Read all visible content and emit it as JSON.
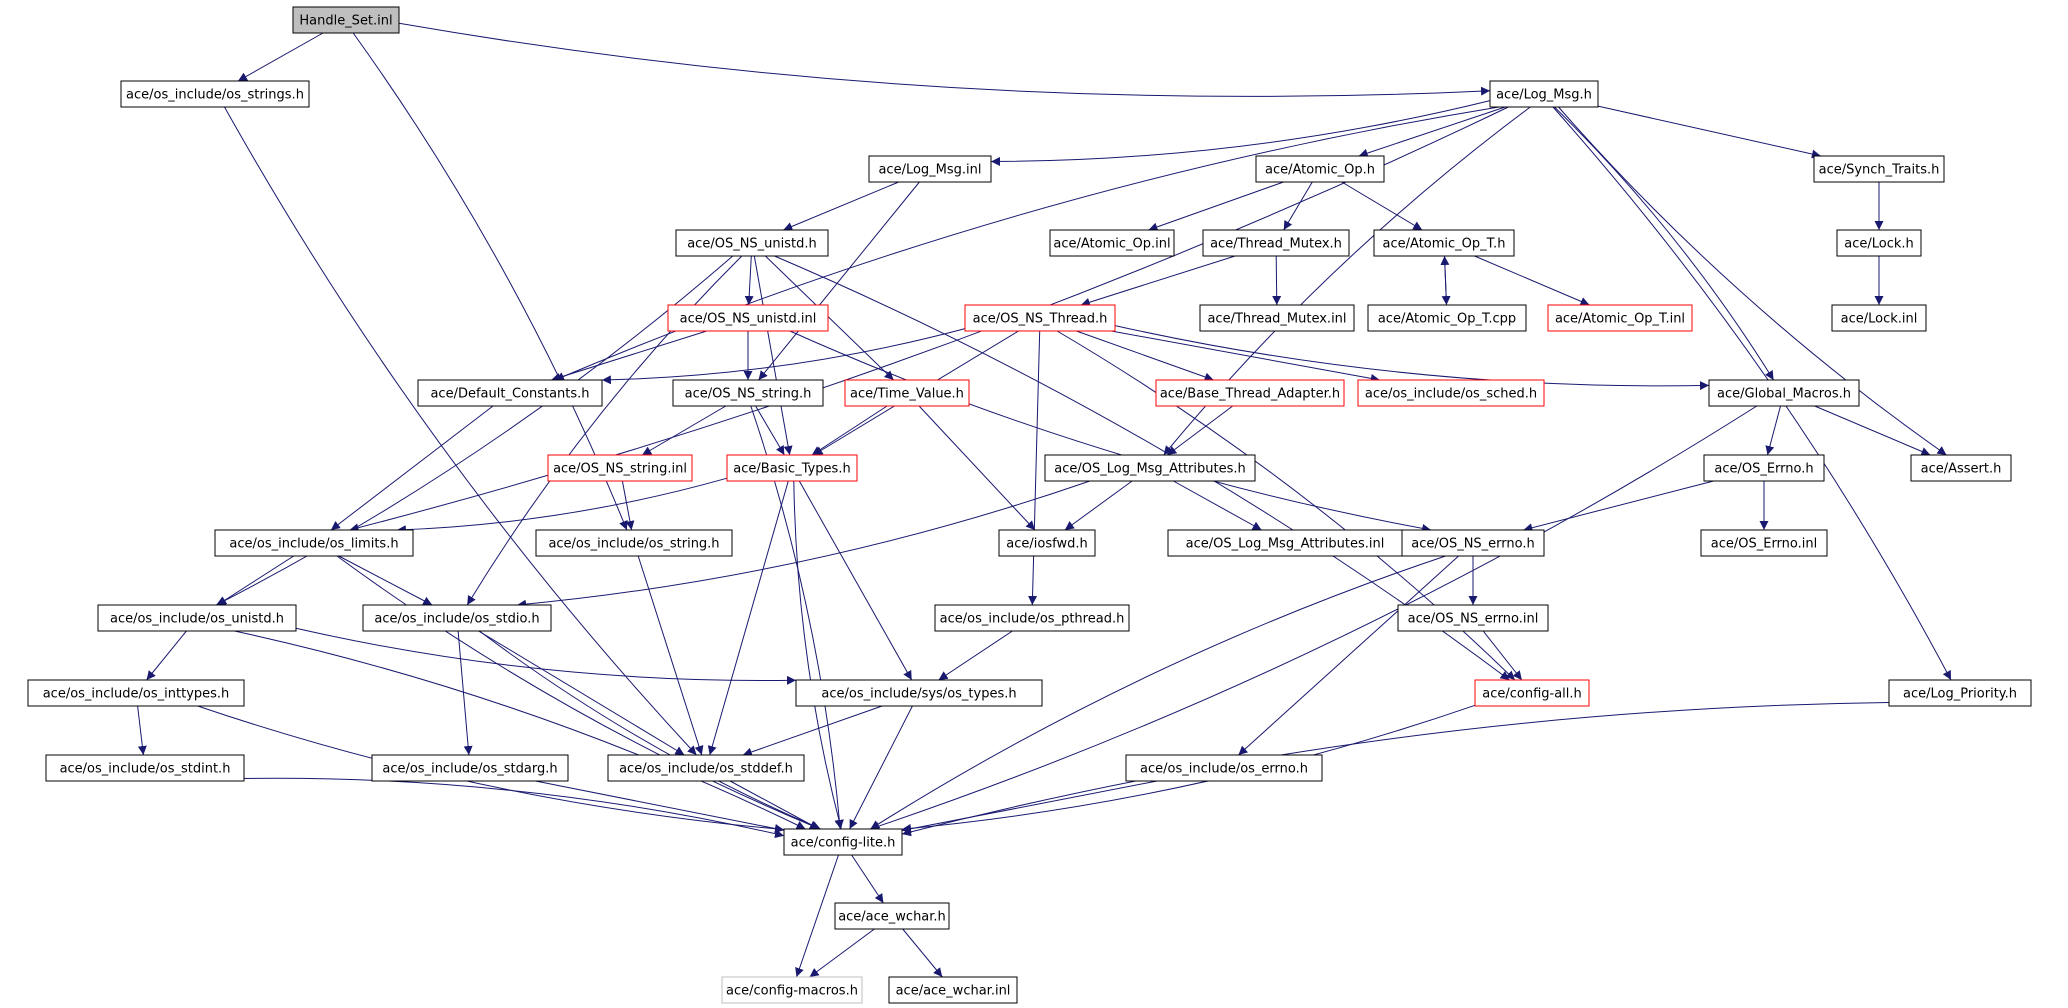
{
  "nodes": [
    {
      "id": "handle_set_inl",
      "label": "Handle_Set.inl",
      "style": "root"
    },
    {
      "id": "os_strings_h",
      "label": "ace/os_include/os_strings.h",
      "style": "normal"
    },
    {
      "id": "log_msg_h",
      "label": "ace/Log_Msg.h",
      "style": "normal"
    },
    {
      "id": "log_msg_inl",
      "label": "ace/Log_Msg.inl",
      "style": "normal"
    },
    {
      "id": "atomic_op_h",
      "label": "ace/Atomic_Op.h",
      "style": "normal"
    },
    {
      "id": "synch_traits_h",
      "label": "ace/Synch_Traits.h",
      "style": "normal"
    },
    {
      "id": "os_ns_unistd_h",
      "label": "ace/OS_NS_unistd.h",
      "style": "normal"
    },
    {
      "id": "atomic_op_inl",
      "label": "ace/Atomic_Op.inl",
      "style": "normal"
    },
    {
      "id": "thread_mutex_h",
      "label": "ace/Thread_Mutex.h",
      "style": "normal"
    },
    {
      "id": "atomic_op_t_h",
      "label": "ace/Atomic_Op_T.h",
      "style": "normal"
    },
    {
      "id": "lock_h",
      "label": "ace/Lock.h",
      "style": "normal"
    },
    {
      "id": "os_ns_unistd_inl",
      "label": "ace/OS_NS_unistd.inl",
      "style": "red"
    },
    {
      "id": "os_ns_thread_h",
      "label": "ace/OS_NS_Thread.h",
      "style": "red"
    },
    {
      "id": "thread_mutex_inl",
      "label": "ace/Thread_Mutex.inl",
      "style": "normal"
    },
    {
      "id": "atomic_op_t_cpp",
      "label": "ace/Atomic_Op_T.cpp",
      "style": "normal"
    },
    {
      "id": "atomic_op_t_inl",
      "label": "ace/Atomic_Op_T.inl",
      "style": "red"
    },
    {
      "id": "lock_inl",
      "label": "ace/Lock.inl",
      "style": "normal"
    },
    {
      "id": "default_constants_h",
      "label": "ace/Default_Constants.h",
      "style": "normal"
    },
    {
      "id": "os_ns_string_h",
      "label": "ace/OS_NS_string.h",
      "style": "normal"
    },
    {
      "id": "time_value_h",
      "label": "ace/Time_Value.h",
      "style": "red"
    },
    {
      "id": "base_thread_adapter_h",
      "label": "ace/Base_Thread_Adapter.h",
      "style": "red"
    },
    {
      "id": "os_sched_h",
      "label": "ace/os_include/os_sched.h",
      "style": "red"
    },
    {
      "id": "global_macros_h",
      "label": "ace/Global_Macros.h",
      "style": "normal"
    },
    {
      "id": "os_ns_string_inl",
      "label": "ace/OS_NS_string.inl",
      "style": "red"
    },
    {
      "id": "basic_types_h",
      "label": "ace/Basic_Types.h",
      "style": "red"
    },
    {
      "id": "os_log_msg_attributes_h",
      "label": "ace/OS_Log_Msg_Attributes.h",
      "style": "normal"
    },
    {
      "id": "os_errno_h",
      "label": "ace/OS_Errno.h",
      "style": "normal"
    },
    {
      "id": "assert_h",
      "label": "ace/Assert.h",
      "style": "normal"
    },
    {
      "id": "os_limits_h",
      "label": "ace/os_include/os_limits.h",
      "style": "normal"
    },
    {
      "id": "os_string_h",
      "label": "ace/os_include/os_string.h",
      "style": "normal"
    },
    {
      "id": "iosfwd_h",
      "label": "ace/iosfwd.h",
      "style": "normal"
    },
    {
      "id": "os_log_msg_attributes_inl",
      "label": "ace/OS_Log_Msg_Attributes.inl",
      "style": "normal"
    },
    {
      "id": "os_ns_errno_h",
      "label": "ace/OS_NS_errno.h",
      "style": "normal"
    },
    {
      "id": "os_errno_inl",
      "label": "ace/OS_Errno.inl",
      "style": "normal"
    },
    {
      "id": "os_unistd_h",
      "label": "ace/os_include/os_unistd.h",
      "style": "normal"
    },
    {
      "id": "os_stdio_h",
      "label": "ace/os_include/os_stdio.h",
      "style": "normal"
    },
    {
      "id": "os_pthread_h",
      "label": "ace/os_include/os_pthread.h",
      "style": "normal"
    },
    {
      "id": "os_ns_errno_inl",
      "label": "ace/OS_NS_errno.inl",
      "style": "normal"
    },
    {
      "id": "os_inttypes_h",
      "label": "ace/os_include/os_inttypes.h",
      "style": "normal"
    },
    {
      "id": "sys_os_types_h",
      "label": "ace/os_include/sys/os_types.h",
      "style": "normal"
    },
    {
      "id": "config_all_h",
      "label": "ace/config-all.h",
      "style": "red"
    },
    {
      "id": "log_priority_h",
      "label": "ace/Log_Priority.h",
      "style": "normal"
    },
    {
      "id": "os_stdint_h",
      "label": "ace/os_include/os_stdint.h",
      "style": "normal"
    },
    {
      "id": "os_stdarg_h",
      "label": "ace/os_include/os_stdarg.h",
      "style": "normal"
    },
    {
      "id": "os_stddef_h",
      "label": "ace/os_include/os_stddef.h",
      "style": "normal"
    },
    {
      "id": "os_include_os_errno_h",
      "label": "ace/os_include/os_errno.h",
      "style": "normal"
    },
    {
      "id": "config_lite_h",
      "label": "ace/config-lite.h",
      "style": "normal"
    },
    {
      "id": "ace_wchar_h",
      "label": "ace/ace_wchar.h",
      "style": "normal"
    },
    {
      "id": "config_macros_h",
      "label": "ace/config-macros.h",
      "style": "gray"
    },
    {
      "id": "ace_wchar_inl",
      "label": "ace/ace_wchar.inl",
      "style": "normal"
    }
  ],
  "edges": [
    [
      "handle_set_inl",
      "os_strings_h"
    ],
    [
      "handle_set_inl",
      "log_msg_h"
    ],
    [
      "handle_set_inl",
      "os_string_h"
    ],
    [
      "os_strings_h",
      "os_stddef_h"
    ],
    [
      "log_msg_h",
      "log_msg_inl"
    ],
    [
      "log_msg_h",
      "atomic_op_h"
    ],
    [
      "log_msg_h",
      "synch_traits_h"
    ],
    [
      "log_msg_h",
      "default_constants_h"
    ],
    [
      "log_msg_h",
      "global_macros_h"
    ],
    [
      "log_msg_h",
      "assert_h"
    ],
    [
      "log_msg_h",
      "os_limits_h"
    ],
    [
      "log_msg_h",
      "os_log_msg_attributes_h"
    ],
    [
      "log_msg_h",
      "log_priority_h"
    ],
    [
      "log_msg_inl",
      "os_ns_unistd_h"
    ],
    [
      "log_msg_inl",
      "os_ns_string_h"
    ],
    [
      "atomic_op_h",
      "atomic_op_inl"
    ],
    [
      "atomic_op_h",
      "thread_mutex_h"
    ],
    [
      "atomic_op_h",
      "atomic_op_t_h"
    ],
    [
      "synch_traits_h",
      "lock_h"
    ],
    [
      "lock_h",
      "lock_inl"
    ],
    [
      "thread_mutex_h",
      "thread_mutex_inl"
    ],
    [
      "thread_mutex_h",
      "os_ns_thread_h"
    ],
    [
      "atomic_op_t_h",
      "atomic_op_t_cpp"
    ],
    [
      "atomic_op_t_cpp",
      "atomic_op_t_h"
    ],
    [
      "atomic_op_t_h",
      "atomic_op_t_inl"
    ],
    [
      "os_ns_unistd_h",
      "os_ns_unistd_inl"
    ],
    [
      "os_ns_unistd_h",
      "time_value_h"
    ],
    [
      "os_ns_unistd_h",
      "basic_types_h"
    ],
    [
      "os_ns_unistd_h",
      "os_unistd_h"
    ],
    [
      "os_ns_unistd_h",
      "os_stdio_h"
    ],
    [
      "os_ns_unistd_h",
      "config_all_h"
    ],
    [
      "os_ns_unistd_inl",
      "default_constants_h"
    ],
    [
      "os_ns_unistd_inl",
      "os_ns_string_h"
    ],
    [
      "os_ns_unistd_inl",
      "os_ns_errno_h"
    ],
    [
      "os_ns_thread_h",
      "default_constants_h"
    ],
    [
      "os_ns_thread_h",
      "base_thread_adapter_h"
    ],
    [
      "os_ns_thread_h",
      "os_sched_h"
    ],
    [
      "os_ns_thread_h",
      "global_macros_h"
    ],
    [
      "os_ns_thread_h",
      "basic_types_h"
    ],
    [
      "os_ns_thread_h",
      "os_pthread_h"
    ],
    [
      "os_ns_thread_h",
      "config_all_h"
    ],
    [
      "default_constants_h",
      "os_limits_h"
    ],
    [
      "os_ns_string_h",
      "os_ns_string_inl"
    ],
    [
      "os_ns_string_h",
      "basic_types_h"
    ],
    [
      "os_ns_string_h",
      "config_lite_h"
    ],
    [
      "time_value_h",
      "basic_types_h"
    ],
    [
      "time_value_h",
      "iosfwd_h"
    ],
    [
      "base_thread_adapter_h",
      "os_log_msg_attributes_h"
    ],
    [
      "global_macros_h",
      "os_errno_h"
    ],
    [
      "global_macros_h",
      "assert_h"
    ],
    [
      "global_macros_h",
      "config_lite_h"
    ],
    [
      "os_ns_string_inl",
      "os_string_h"
    ],
    [
      "basic_types_h",
      "os_limits_h"
    ],
    [
      "basic_types_h",
      "os_stddef_h"
    ],
    [
      "basic_types_h",
      "sys_os_types_h"
    ],
    [
      "basic_types_h",
      "config_lite_h"
    ],
    [
      "os_log_msg_attributes_h",
      "iosfwd_h"
    ],
    [
      "os_log_msg_attributes_h",
      "os_log_msg_attributes_inl"
    ],
    [
      "os_log_msg_attributes_h",
      "os_stdio_h"
    ],
    [
      "os_errno_h",
      "os_ns_errno_h"
    ],
    [
      "os_errno_h",
      "os_errno_inl"
    ],
    [
      "os_limits_h",
      "os_unistd_h"
    ],
    [
      "os_limits_h",
      "os_stdio_h"
    ],
    [
      "os_limits_h",
      "config_lite_h"
    ],
    [
      "os_string_h",
      "os_stddef_h"
    ],
    [
      "os_ns_errno_h",
      "os_ns_errno_inl"
    ],
    [
      "os_ns_errno_h",
      "os_include_os_errno_h"
    ],
    [
      "os_ns_errno_h",
      "config_lite_h"
    ],
    [
      "os_unistd_h",
      "os_inttypes_h"
    ],
    [
      "os_unistd_h",
      "sys_os_types_h"
    ],
    [
      "os_unistd_h",
      "config_lite_h"
    ],
    [
      "os_stdio_h",
      "os_stdarg_h"
    ],
    [
      "os_stdio_h",
      "os_stddef_h"
    ],
    [
      "os_stdio_h",
      "config_lite_h"
    ],
    [
      "os_pthread_h",
      "sys_os_types_h"
    ],
    [
      "os_ns_errno_inl",
      "config_all_h"
    ],
    [
      "os_inttypes_h",
      "os_stdint_h"
    ],
    [
      "os_inttypes_h",
      "config_lite_h"
    ],
    [
      "sys_os_types_h",
      "os_stddef_h"
    ],
    [
      "sys_os_types_h",
      "config_lite_h"
    ],
    [
      "config_all_h",
      "config_lite_h"
    ],
    [
      "log_priority_h",
      "config_lite_h"
    ],
    [
      "os_stdint_h",
      "config_lite_h"
    ],
    [
      "os_stdarg_h",
      "config_lite_h"
    ],
    [
      "os_stddef_h",
      "config_lite_h"
    ],
    [
      "os_include_os_errno_h",
      "config_lite_h"
    ],
    [
      "config_lite_h",
      "ace_wchar_h"
    ],
    [
      "config_lite_h",
      "config_macros_h"
    ],
    [
      "ace_wchar_h",
      "config_macros_h"
    ],
    [
      "ace_wchar_h",
      "ace_wchar_inl"
    ]
  ]
}
